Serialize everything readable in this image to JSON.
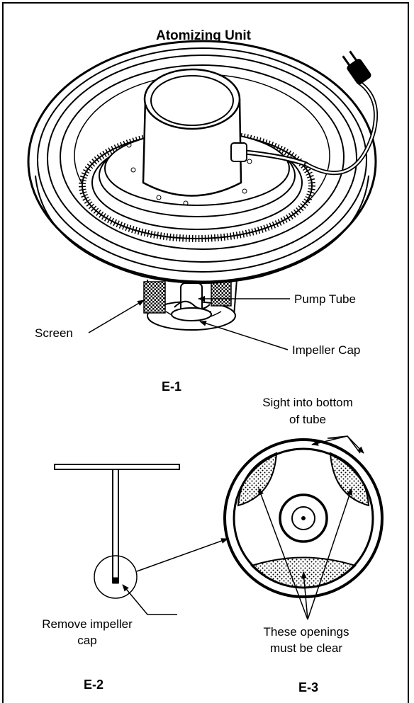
{
  "title": "Atomizing Unit",
  "labels": {
    "pump_tube": "Pump Tube",
    "screen": "Screen",
    "impeller_cap": "Impeller Cap",
    "sight_line1": "Sight into bottom",
    "sight_line2": "of tube",
    "remove_line1": "Remove impeller",
    "remove_line2": "cap",
    "openings_line1": "These openings",
    "openings_line2": "must be clear"
  },
  "figures": {
    "e1": "E-1",
    "e2": "E-2",
    "e3": "E-3"
  }
}
